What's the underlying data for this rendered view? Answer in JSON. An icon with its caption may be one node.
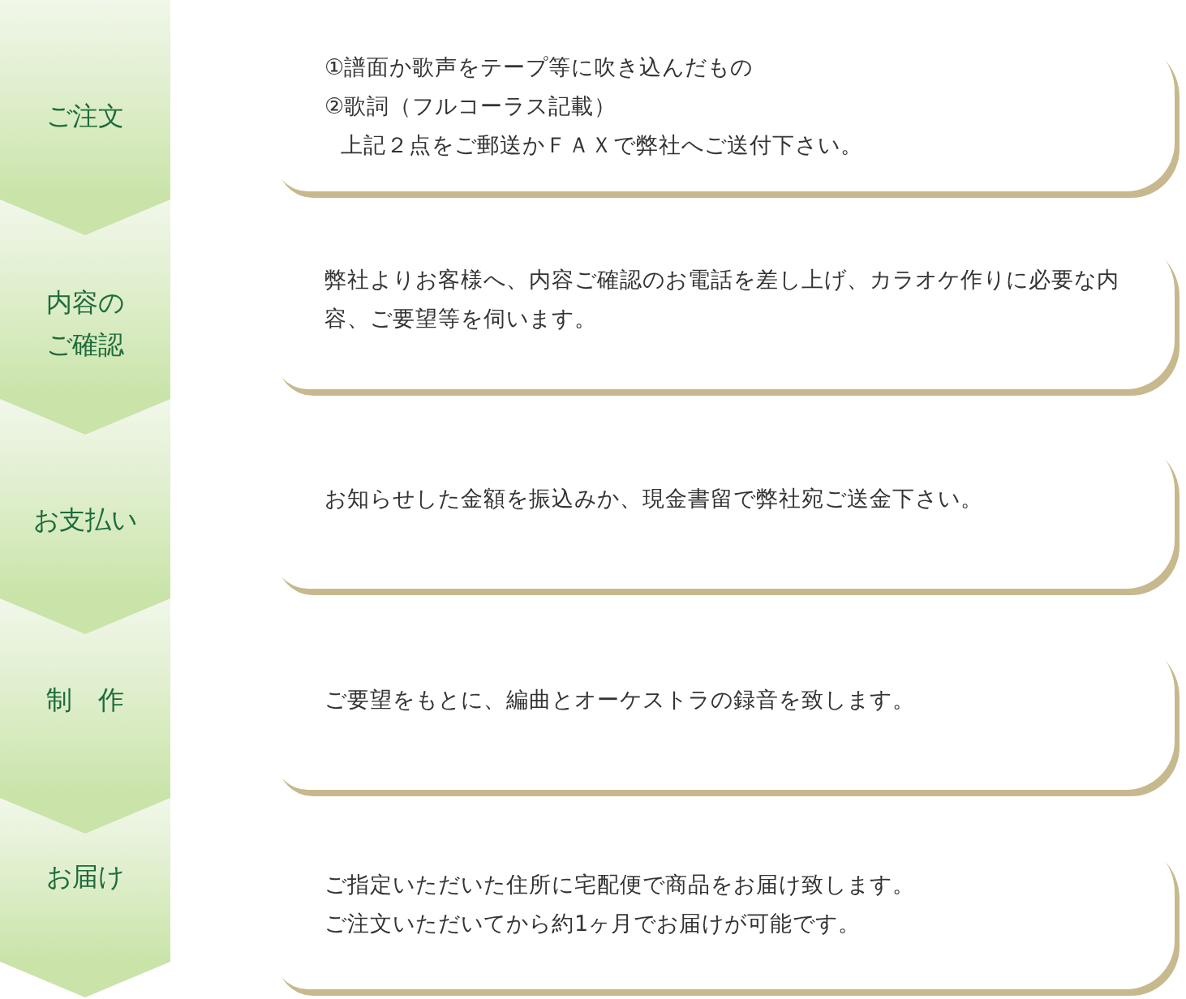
{
  "diagram": {
    "nodes": [
      {
        "text": [
          "ご注文"
        ]
      },
      {
        "text": [
          "①譜面か歌声をテープ等に吹き込んだもの",
          "②歌詞（フルコーラス記載）",
          "上記２点をご郵送かＦＡＸで弊社へご送付下さい。"
        ]
      },
      {
        "text": [
          "内容のご確認"
        ]
      },
      {
        "text": [
          "弊社よりお客様へ、内容ご確認のお電話を差し上げ、カラオケ作りに必要な内容、ご要望等を伺います。"
        ]
      },
      {
        "text": [
          "お支払い"
        ]
      },
      {
        "text": [
          "お知らせした金額を振込みか、現金書留で弊社宛ご送金下さい。"
        ]
      },
      {
        "text": [
          "制　作"
        ]
      },
      {
        "text": [
          "ご要望をもとに、編曲とオーケストラの録音を致します。"
        ]
      },
      {
        "text": [
          "お届け"
        ]
      },
      {
        "text": [
          "ご指定いただいた住所に宅配便で商品をお届け致します。",
          "ご注文いただいてから約1ヶ月でお届けが可能です。"
        ]
      }
    ],
    "edges": [
      {
        "from": 0,
        "to": 2,
        "arrow": "to"
      },
      {
        "from": 2,
        "to": 4,
        "arrow": "to"
      },
      {
        "from": 4,
        "to": 6,
        "arrow": "to"
      },
      {
        "from": 6,
        "to": 8,
        "arrow": "to"
      },
      {
        "from": 8,
        "to": null,
        "arrow": "to"
      }
    ]
  }
}
